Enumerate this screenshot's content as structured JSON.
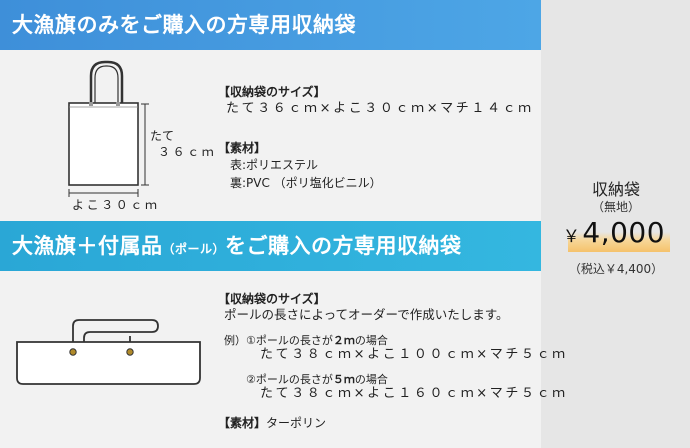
{
  "section1": {
    "banner": "大漁旗のみをご購入の方専用収納袋",
    "size_heading": "【収納袋のサイズ】",
    "size_value": "たて３６ｃｍ×よこ３０ｃｍ×マチ１４ｃｍ",
    "material_heading": "【素材】",
    "material_front": "表:ポリエステル",
    "material_back": "裏:PVC （ポリ塩化ビニル）",
    "dim_height_label": "たて",
    "dim_height_value": "３６ｃｍ",
    "dim_width_label": "よこ３０ｃｍ"
  },
  "section2": {
    "banner_main": "大漁旗＋付属品",
    "banner_paren": "（ポール）",
    "banner_tail": "をご購入の方専用収納袋",
    "size_heading": "【収納袋のサイズ】",
    "size_note": "ポールの長さによってオーダーで作成いたします。",
    "example_label": "例）",
    "example1_label_pre": "①ポールの長さが",
    "example1_length": "２ｍ",
    "example1_label_post": "の場合",
    "example1_value": "たて３８ｃｍ×よこ１００ｃｍ×マチ５ｃｍ",
    "example2_label_pre": "②ポールの長さが",
    "example2_length": "５ｍ",
    "example2_label_post": "の場合",
    "example2_value": "たて３８ｃｍ×よこ１６０ｃｍ×マチ５ｃｍ",
    "material_heading": "【素材】",
    "material_value": "ターポリン"
  },
  "price": {
    "label": "収納袋",
    "sub": "（無地）",
    "yen": "￥",
    "amount": "4,000",
    "tax": "（税込￥4,400）"
  },
  "colors": {
    "banner1": "#3e8fd9",
    "banner2": "#2aa7d6",
    "price_highlight": "#f5c26b"
  }
}
